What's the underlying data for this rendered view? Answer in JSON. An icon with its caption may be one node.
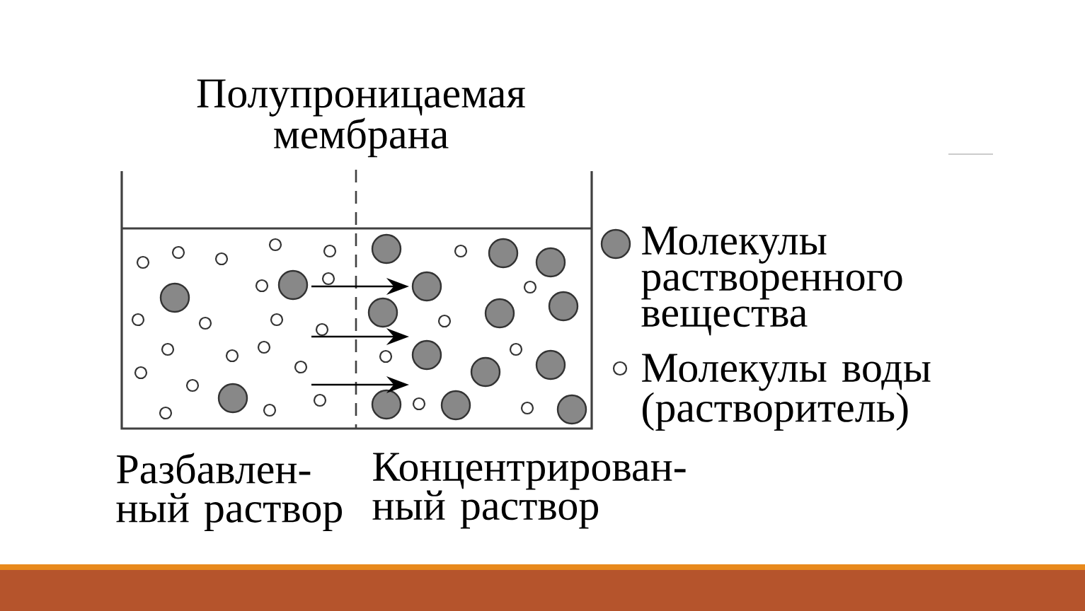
{
  "diagram": {
    "labels": [
      "Полупроницаемая мембрана",
      "Разбавлен- ный раствор",
      "Концентрирован- ный раствор"
    ],
    "legend": [
      {
        "text": "Молекулы растворенного вещества",
        "color": "#888888"
      },
      {
        "text": "Молекулы воды (растворитель)"
      }
    ]
  }
}
